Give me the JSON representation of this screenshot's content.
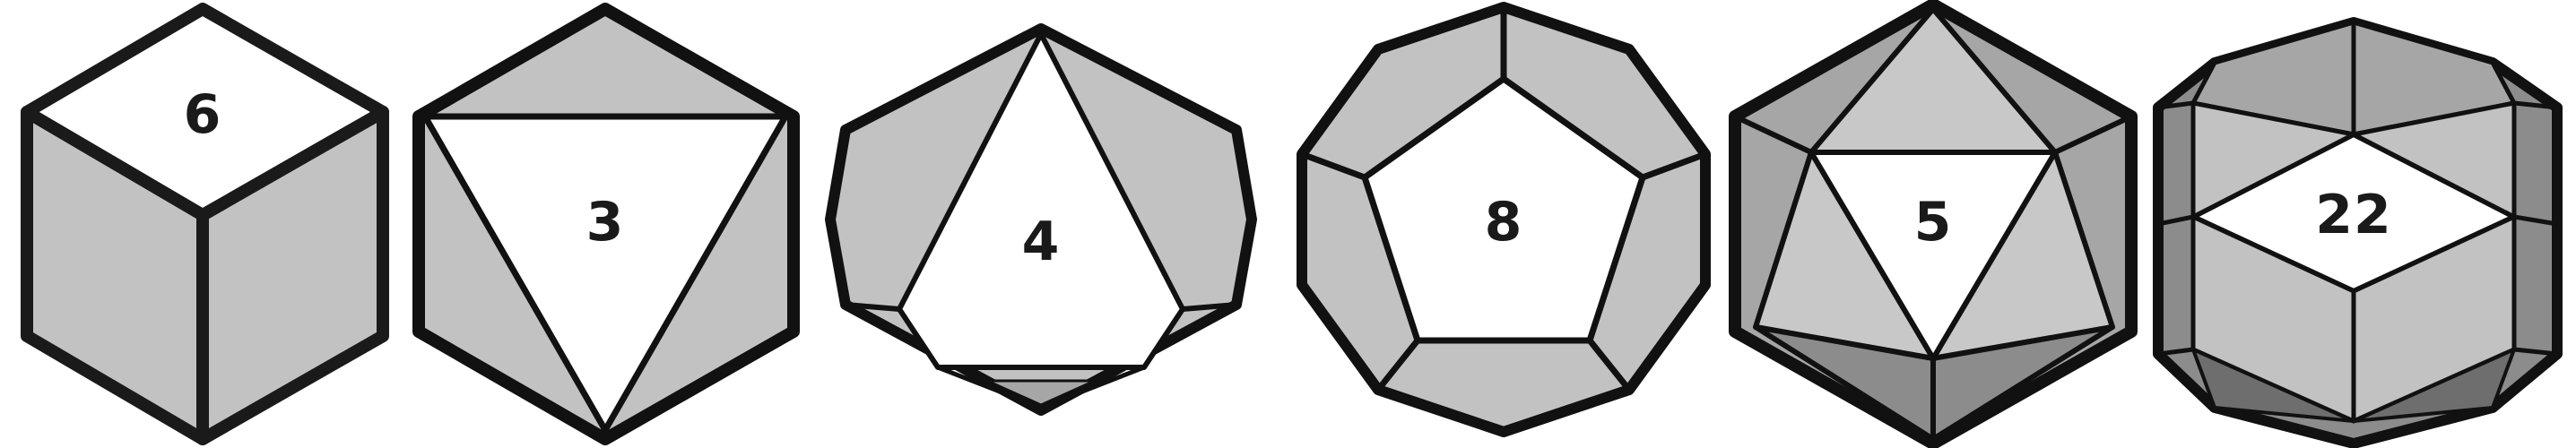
{
  "dice": [
    {
      "type": "d6",
      "label": "6"
    },
    {
      "type": "d4",
      "label": "3"
    },
    {
      "type": "d8",
      "label": "4"
    },
    {
      "type": "d12",
      "label": "8"
    },
    {
      "type": "d20",
      "label": "5"
    },
    {
      "type": "d24",
      "label": "22"
    }
  ],
  "colors": {
    "outline": "#111111",
    "face_light": "#c2c2c2",
    "face_mid": "#a6a6a6",
    "face_dark": "#8c8c8c",
    "face_darker": "#6e6e6e",
    "top_face": "#ffffff"
  }
}
